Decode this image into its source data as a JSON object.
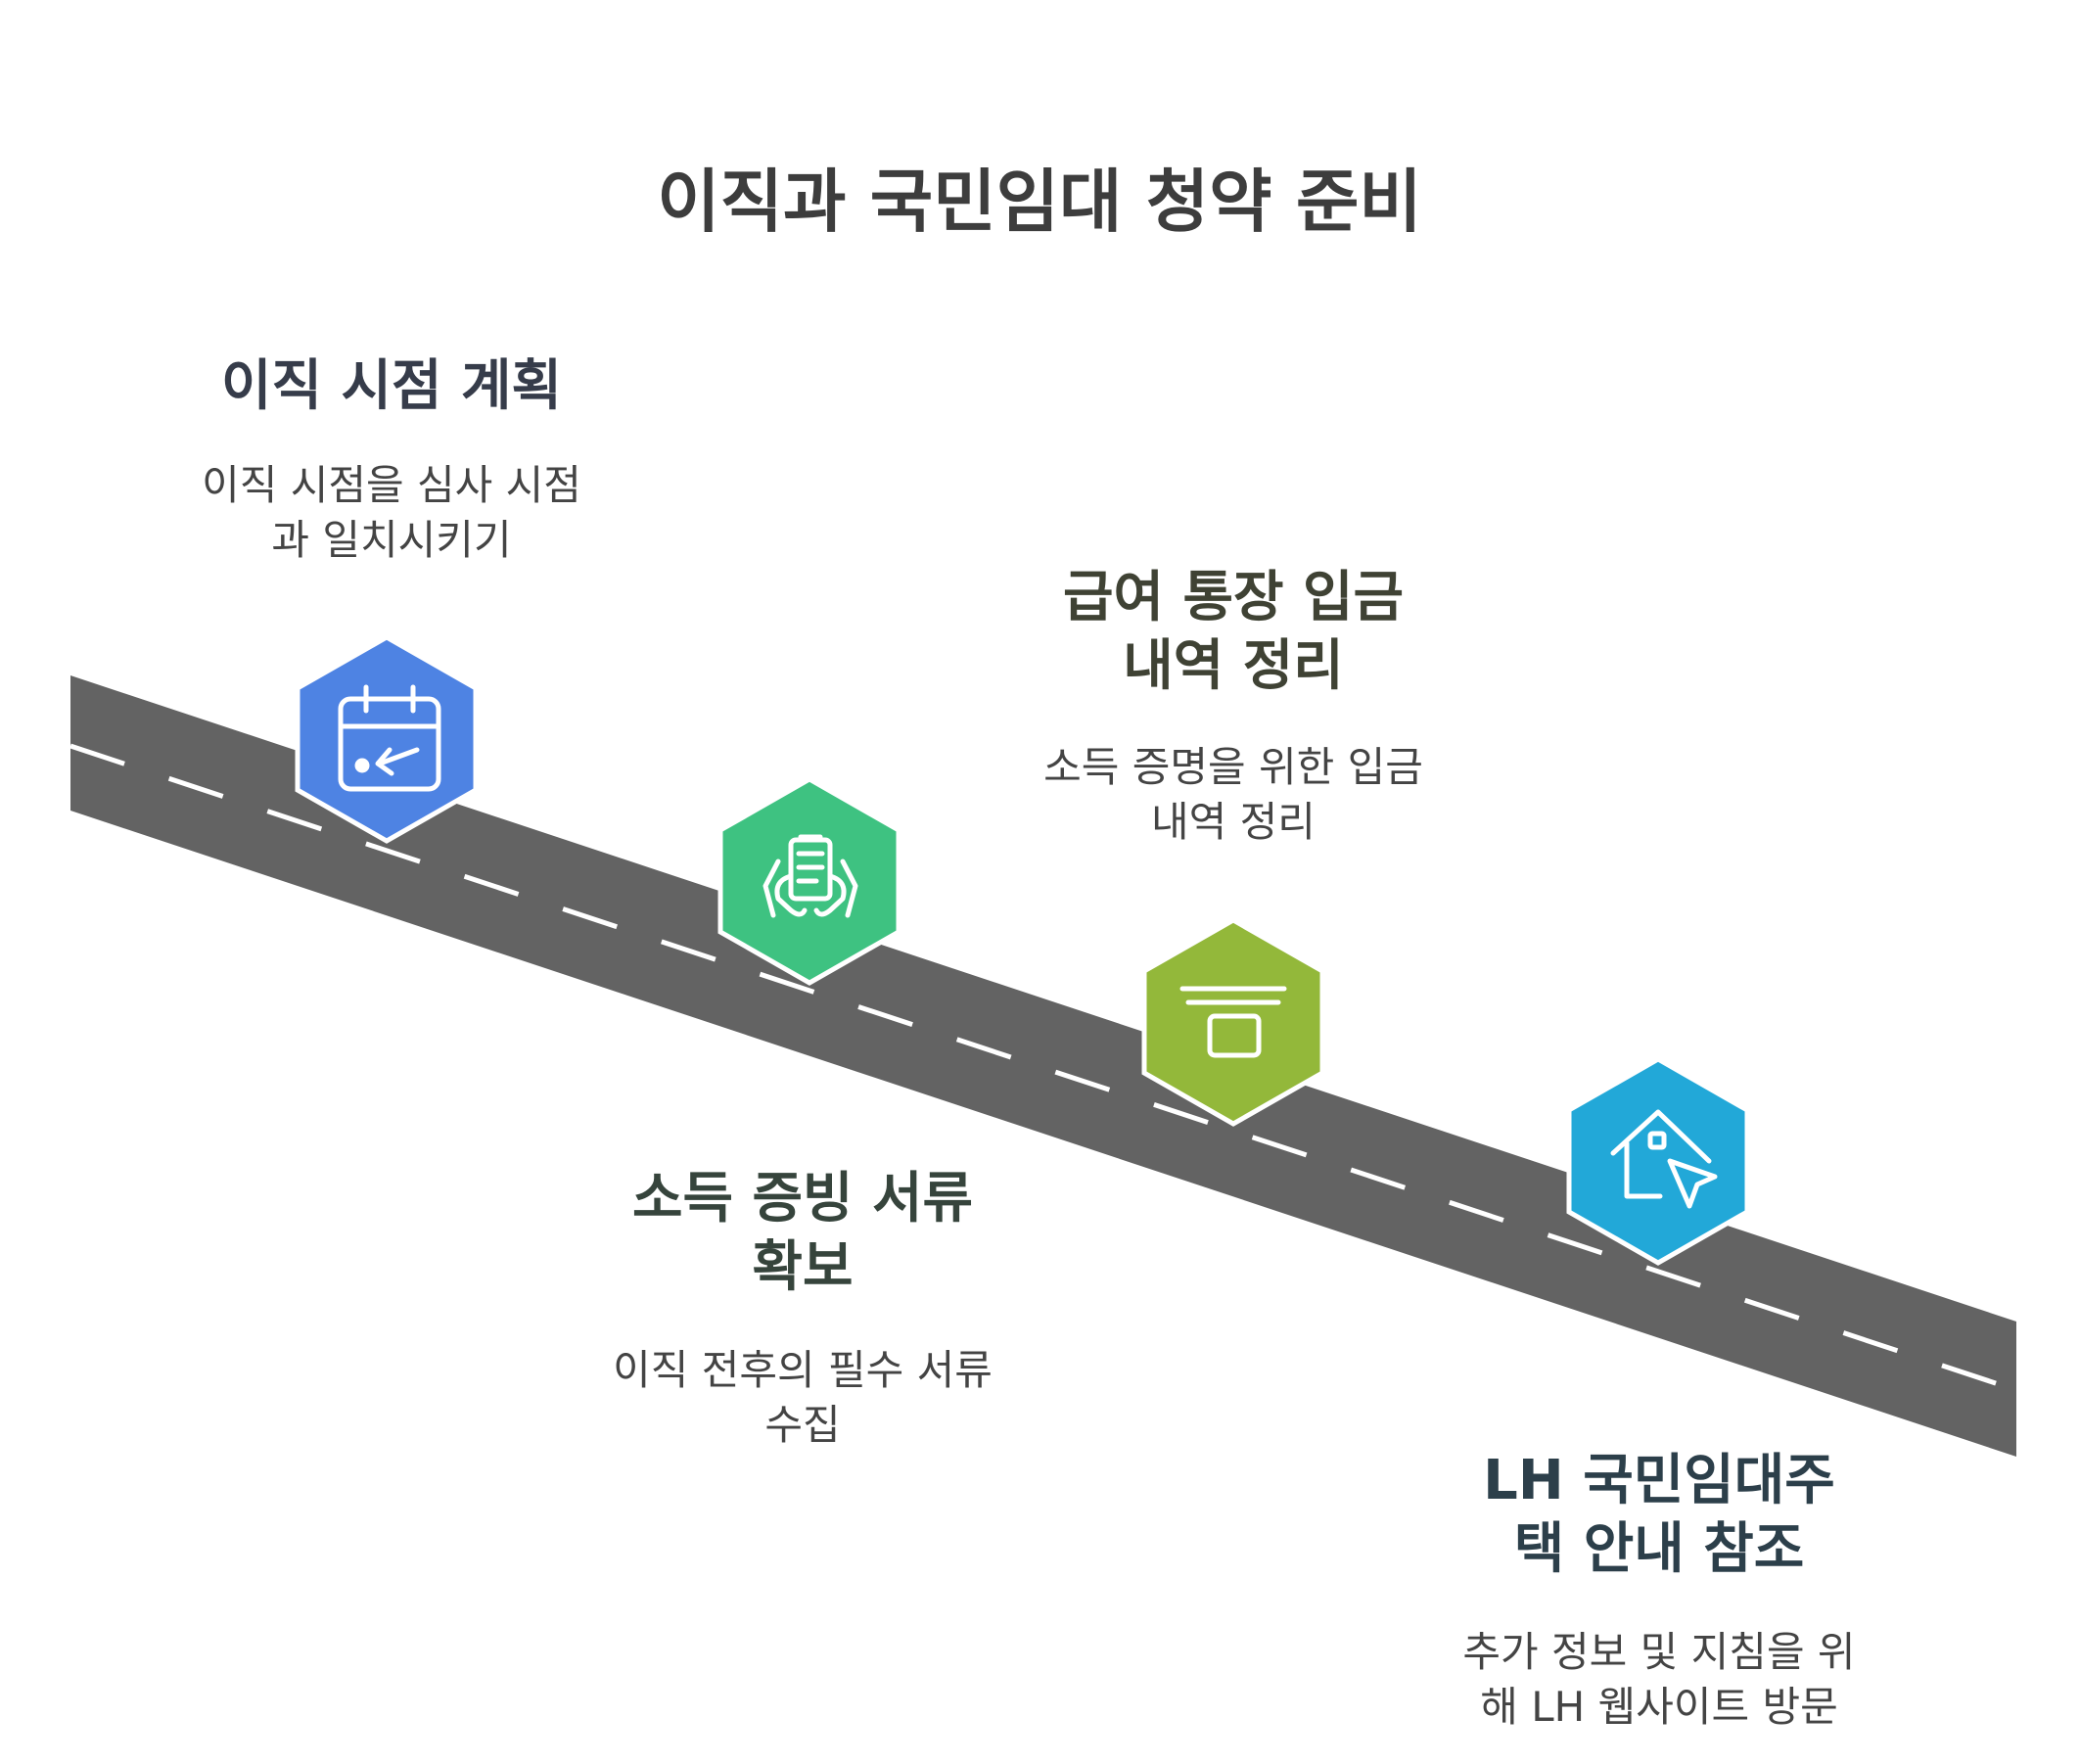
{
  "title": "이직과 국민임대 청약 준비",
  "colors": {
    "road": "#636363",
    "dash": "#ffffff",
    "step1": "#4e83e3",
    "step2": "#3ec281",
    "step3": "#93b83a",
    "step4": "#22a8d8",
    "title": "#3d3d3d"
  },
  "steps": [
    {
      "title_lines": [
        "이직 시점 계획"
      ],
      "desc_lines": [
        "이직 시점을 심사 시점",
        "과 일치시키기"
      ],
      "icon": "calendar-icon",
      "title_color": "#363c4a"
    },
    {
      "title_lines": [
        "소득 증빙 서류",
        "확보"
      ],
      "desc_lines": [
        "이직 전후의 필수 서류",
        "수집"
      ],
      "icon": "document-in-hands-icon",
      "title_color": "#36443c"
    },
    {
      "title_lines": [
        "급여 통장 입금",
        "내역 정리"
      ],
      "desc_lines": [
        "소득 증명을 위한 입금",
        "내역 정리"
      ],
      "icon": "archive-box-icon",
      "title_color": "#3f4234"
    },
    {
      "title_lines": [
        "LH 국민임대주",
        "택 안내 참조"
      ],
      "desc_lines": [
        "추가 정보 및 지침을 위",
        "해 LH 웹사이트 방문"
      ],
      "icon": "house-cursor-icon",
      "title_color": "#2c3f4a"
    }
  ]
}
